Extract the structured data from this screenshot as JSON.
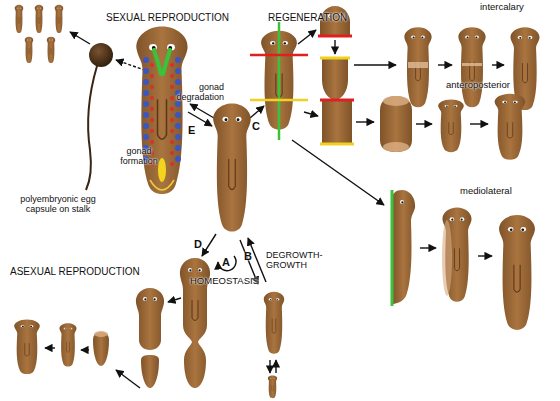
{
  "diagram": {
    "labels": [
      "SEXUAL REPRODUCTION",
      "REGENERATION",
      "intercalary",
      "anteroposterior",
      "mediolateral",
      "polyembryonic egg capsule on stalk",
      "gonad degradation",
      "gonad formation",
      "E",
      "C",
      "A",
      "B",
      "DEGROWTH-GROWTH",
      "HOMEOSTASIS",
      "D",
      "ASEXUAL REPRODUCTION"
    ]
  }
}
